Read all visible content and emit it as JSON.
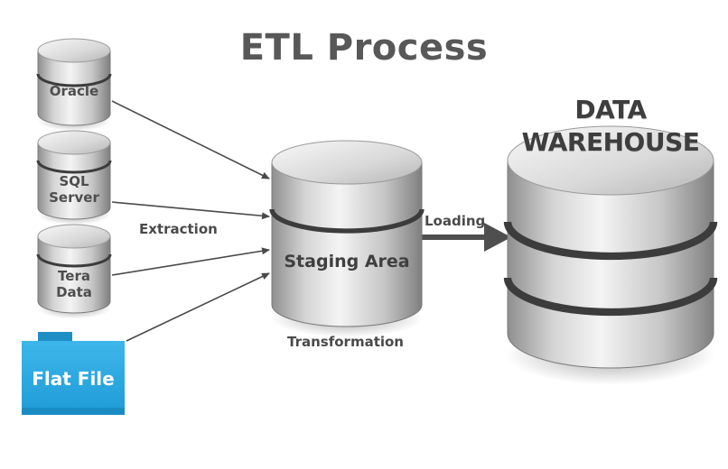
{
  "diagram": {
    "title": "ETL Process",
    "sources": [
      {
        "id": "oracle",
        "lines": [
          "Oracle"
        ]
      },
      {
        "id": "sql-server",
        "lines": [
          "SQL",
          "Server"
        ]
      },
      {
        "id": "tera-data",
        "lines": [
          "Tera",
          "Data"
        ]
      }
    ],
    "flat_file": "Flat File",
    "extraction_label": "Extraction",
    "staging_label": "Staging Area",
    "transformation_label": "Transformation",
    "loading_label": "Loading",
    "warehouse_lines": [
      "DATA",
      "WAREHOUSE"
    ],
    "colors": {
      "cylinder_light": "#f2f2f2",
      "cylinder_mid": "#c9c9c9",
      "cylinder_dark": "#8e8e8e",
      "band": "#3c3c3c",
      "arrow": "#4a4a4a",
      "flat_file_blue": "#29a8e0",
      "flat_file_tab": "#1e8fc6"
    }
  }
}
